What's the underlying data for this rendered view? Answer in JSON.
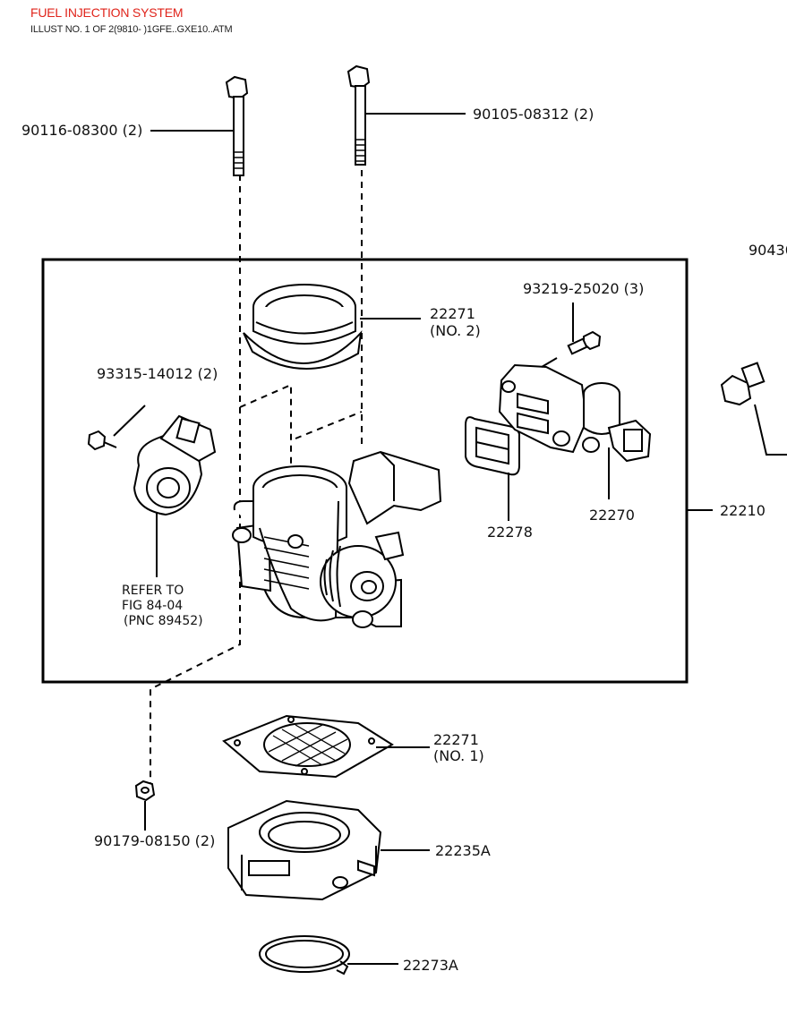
{
  "header": {
    "title": "FUEL INJECTION SYSTEM",
    "subtitle": "ILLUST NO. 1 OF 2(9810- )1GFE..GXE10..ATM"
  },
  "labels": {
    "bolt_left": "90116-08300 (2)",
    "bolt_right": "90105-08312 (2)",
    "edge_part": "90430",
    "screw_idle": "93219-25020 (3)",
    "gasket_no2": "22271",
    "gasket_no2_sub": "(NO. 2)",
    "screw_sensor": "93315-14012 (2)",
    "refer_1": "REFER TO",
    "refer_2": "FIG 84-04",
    "refer_3": "(PNC 89452)",
    "gasket_idle": "22278",
    "idle_valve": "22270",
    "throttle_assy": "22210",
    "gasket_no1": "22271",
    "gasket_no1_sub": "(NO. 1)",
    "nut": "90179-08150 (2)",
    "spacer": "22235A",
    "ring": "22273A"
  }
}
